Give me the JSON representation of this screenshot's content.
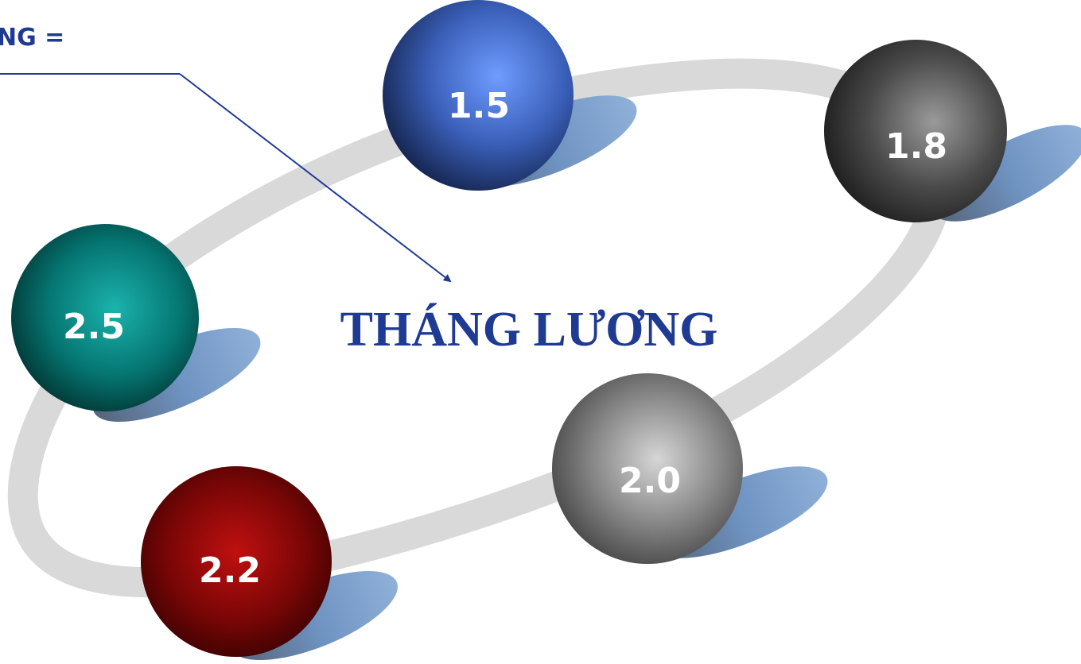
{
  "top_label": "NG =",
  "center_title": "THÁNG LƯƠNG",
  "nodes": [
    {
      "label": "1.5",
      "color": "#5b86e6"
    },
    {
      "label": "1.8",
      "color": "#555555"
    },
    {
      "label": "2.5",
      "color": "#0a8a86"
    },
    {
      "label": "2.0",
      "color": "#8a8a8a"
    },
    {
      "label": "2.2",
      "color": "#8e0a0a"
    }
  ],
  "colors": {
    "text_blue": "#1f3a93",
    "ring": "#d6d6d6",
    "shadow": "#6f93c2"
  }
}
